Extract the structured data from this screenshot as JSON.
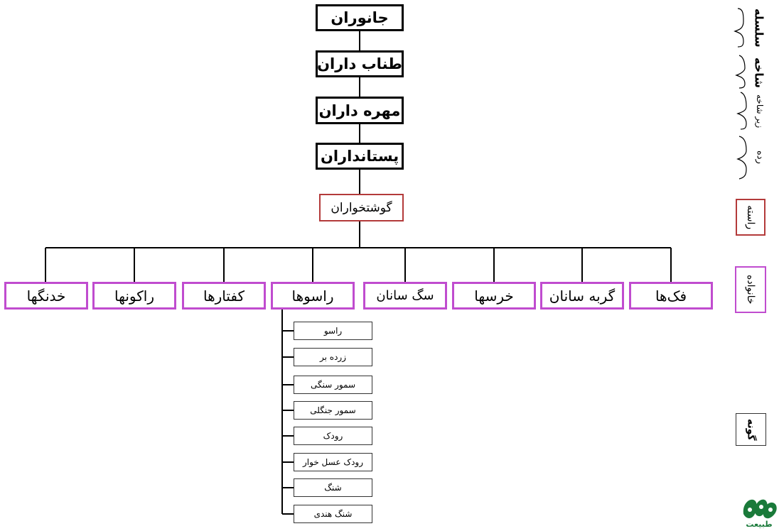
{
  "hierarchy": {
    "kingdom": "جانوران",
    "phylum": "طناب داران",
    "subphylum": "مهره داران",
    "class": "پستانداران",
    "order": "گوشتخواران"
  },
  "families": [
    "خدنگها",
    "راکونها",
    "کفتارها",
    "راسوها",
    "سگ سانان",
    "خرسها",
    "گربه سانان",
    "فک‌ها"
  ],
  "species": [
    "راسو",
    "زرده بر",
    "سمور سنگی",
    "سمور جنگلی",
    "رودک",
    "رودک عسل خوار",
    "شنگ",
    "شنگ هندی"
  ],
  "rank_labels": {
    "kingdom": "سلسله",
    "phylum": "شاخه",
    "subphylum": "زیر شاخه",
    "class": "رده",
    "order": "راسته",
    "family": "خانواده",
    "species": "گونه"
  },
  "colors": {
    "top_border": "#000000",
    "order_border": "#b33a3a",
    "family_border": "#c04ccf",
    "logo": "#1a7a3a"
  },
  "logo": {
    "text": "طبیعت",
    "icon": "leaf-logo-icon"
  }
}
